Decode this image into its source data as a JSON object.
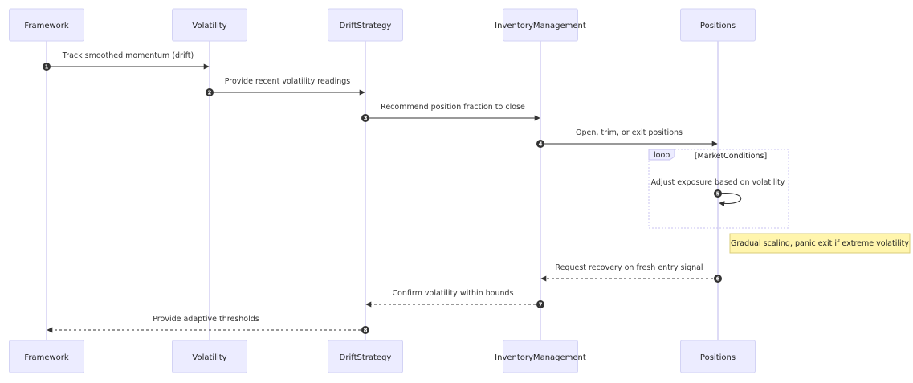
{
  "actors": [
    "Framework",
    "Volatility",
    "DriftStrategy",
    "InventoryManagement",
    "Positions"
  ],
  "messages": [
    {
      "seq": "1",
      "from": 0,
      "to": 1,
      "text": "Track smoothed momentum (drift)",
      "dashed": false
    },
    {
      "seq": "2",
      "from": 1,
      "to": 2,
      "text": "Provide recent volatility readings",
      "dashed": false
    },
    {
      "seq": "3",
      "from": 2,
      "to": 3,
      "text": "Recommend position fraction to close",
      "dashed": false
    },
    {
      "seq": "4",
      "from": 3,
      "to": 4,
      "text": "Open, trim, or exit positions",
      "dashed": false
    },
    {
      "seq": "5",
      "from": 4,
      "to": 4,
      "text": "Adjust exposure based on volatility",
      "dashed": false
    },
    {
      "seq": "6",
      "from": 4,
      "to": 3,
      "text": "Request recovery on fresh entry signal",
      "dashed": true
    },
    {
      "seq": "7",
      "from": 3,
      "to": 2,
      "text": "Confirm volatility within bounds",
      "dashed": true
    },
    {
      "seq": "8",
      "from": 2,
      "to": 0,
      "text": "Provide adaptive thresholds",
      "dashed": true
    }
  ],
  "loop": {
    "label": "loop",
    "condition": "[MarketConditions]"
  },
  "note": {
    "text": "Gradual scaling, panic exit if extreme volatility"
  },
  "colors": {
    "actor_fill": "#ececff",
    "lifeline": "#c9c3f0",
    "note_fill": "#fff5ad",
    "arrow": "#333333"
  }
}
